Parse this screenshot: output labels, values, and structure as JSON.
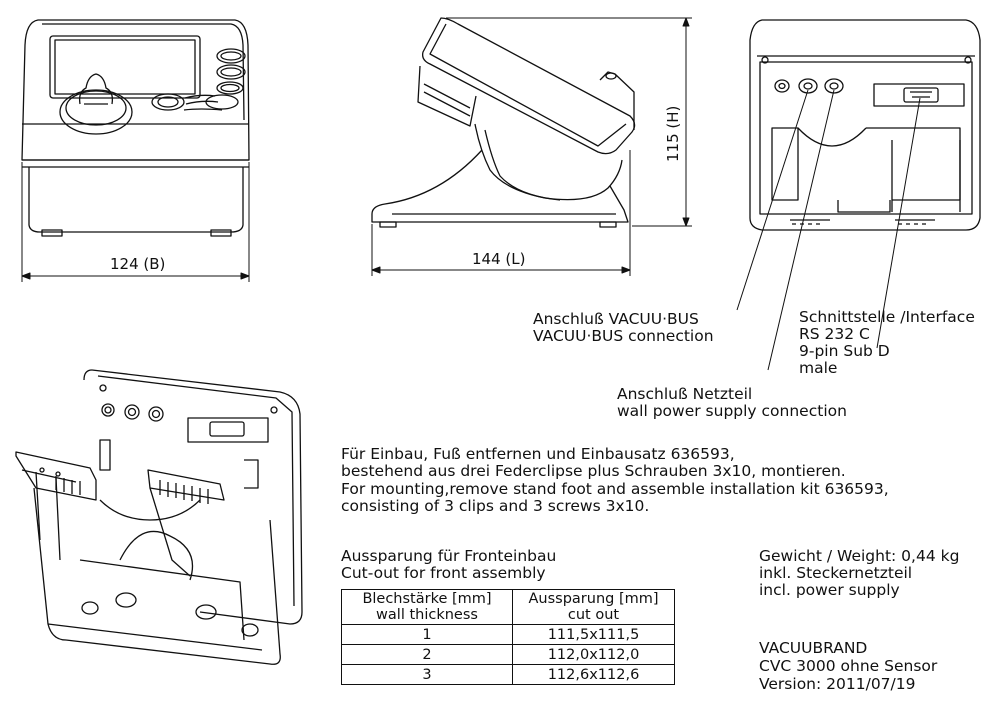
{
  "dimensions": {
    "width": "124 (B)",
    "length": "144 (L)",
    "height": "115 (H)"
  },
  "callouts": {
    "bus_de": "Anschluß VACUU·BUS",
    "bus_en": "VACUU·BUS connection",
    "interface_1": "Schnittstelle /Interface",
    "interface_2": "RS 232 C",
    "interface_3": "9-pin Sub D",
    "interface_4": "male",
    "power_de": "Anschluß Netzteil",
    "power_en": "wall power supply connection"
  },
  "mounting_note": [
    "Für Einbau, Fuß entfernen und Einbausatz 636593,",
    "bestehend aus drei Federclipse plus Schrauben 3x10, montieren.",
    "For mounting,remove stand foot and assemble installation kit 636593,",
    "consisting of 3 clips and 3 screws 3x10."
  ],
  "cutout": {
    "title_de": "Aussparung für Fronteinbau",
    "title_en": "Cut-out for front assembly",
    "header": {
      "col1_de": "Blechstärke [mm]",
      "col1_en": "wall thickness",
      "col2_de": "Aussparung [mm]",
      "col2_en": "cut out"
    },
    "rows": [
      {
        "thickness": "1",
        "cutout": "111,5x111,5"
      },
      {
        "thickness": "2",
        "cutout": "112,0x112,0"
      },
      {
        "thickness": "3",
        "cutout": "112,6x112,6"
      }
    ]
  },
  "weight": {
    "line1": "Gewicht / Weight: 0,44 kg",
    "line2": "inkl. Steckernetzteil",
    "line3": "incl. power supply"
  },
  "product": {
    "brand": "VACUUBRAND",
    "model": "CVC 3000 ohne Sensor",
    "version": "Version: 2011/07/19"
  }
}
